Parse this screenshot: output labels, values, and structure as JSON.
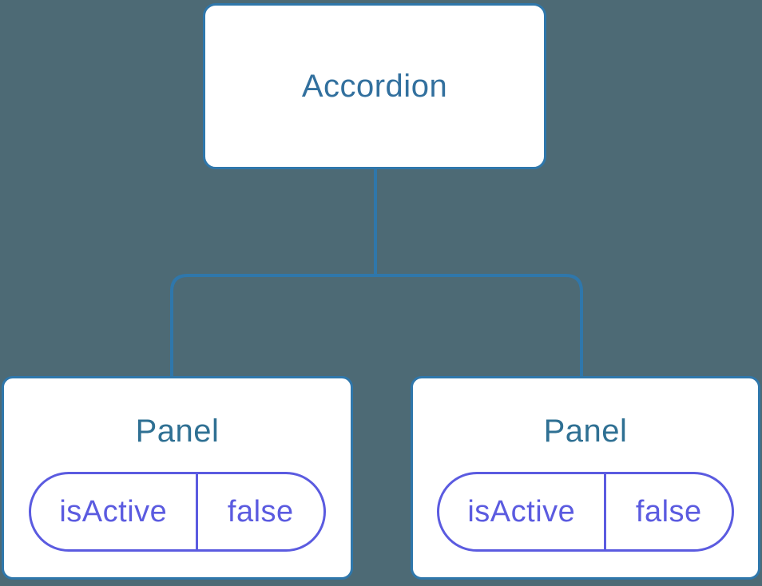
{
  "colors": {
    "background": "#4d6a75",
    "line": "#2f77ab",
    "node_fill": "#ffffff",
    "root_text": "#32709e",
    "panel_text": "#2f7093",
    "accent": "#5b5be0"
  },
  "tree": {
    "root": {
      "label": "Accordion"
    },
    "children": [
      {
        "label": "Panel",
        "prop": {
          "name": "isActive",
          "value": "false"
        }
      },
      {
        "label": "Panel",
        "prop": {
          "name": "isActive",
          "value": "false"
        }
      }
    ]
  }
}
